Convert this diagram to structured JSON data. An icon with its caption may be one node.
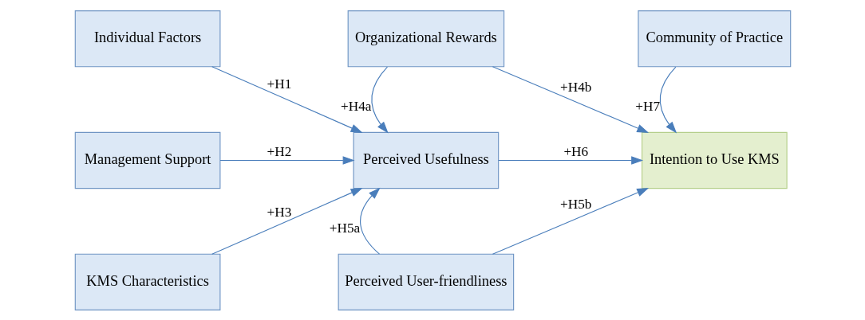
{
  "diagram": {
    "nodes": [
      {
        "text": [
          "Individual Factors"
        ]
      },
      {
        "text": [
          "Organizational Rewards"
        ]
      },
      {
        "text": [
          "Community of Practice"
        ]
      },
      {
        "text": [
          "Management Support"
        ]
      },
      {
        "text": [
          "Perceived Usefulness"
        ]
      },
      {
        "text": [
          "Intention to Use KMS"
        ]
      },
      {
        "text": [
          "KMS Characteristics"
        ]
      },
      {
        "text": [
          "Perceived User-friendliness"
        ]
      }
    ],
    "edges": [
      {
        "from": 0,
        "to": 4,
        "arrow": "to",
        "label": "+H1"
      },
      {
        "from": 3,
        "to": 4,
        "arrow": "to",
        "label": "+H2"
      },
      {
        "from": 6,
        "to": 4,
        "arrow": "to",
        "label": "+H3"
      },
      {
        "from": 1,
        "to": 4,
        "arrow": "to",
        "label": "+H4a"
      },
      {
        "from": 1,
        "to": 5,
        "arrow": "to",
        "label": "+H4b"
      },
      {
        "from": 7,
        "to": 4,
        "arrow": "to",
        "label": "+H5a"
      },
      {
        "from": 7,
        "to": 5,
        "arrow": "to",
        "label": "+H5b"
      },
      {
        "from": 4,
        "to": 5,
        "arrow": "to",
        "label": "+H6"
      },
      {
        "from": 2,
        "to": 5,
        "arrow": "to",
        "label": "+H7"
      }
    ]
  }
}
